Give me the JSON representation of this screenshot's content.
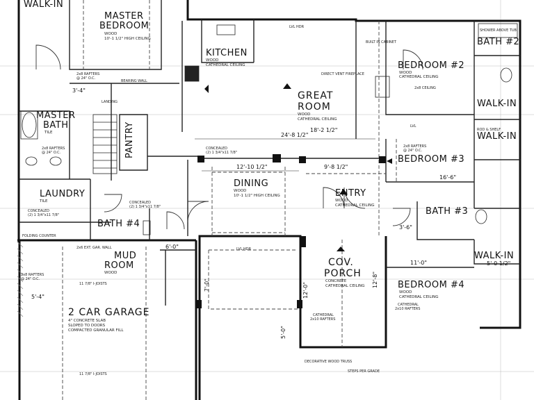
{
  "rooms": {
    "walk_in_top": "WALK-IN",
    "master_bedroom": "MASTER",
    "master_bedroom_2": "BEDROOM",
    "master_bedroom_sub1": "WOOD",
    "master_bedroom_sub2": "10'-1 1/2\" HIGH CEILING",
    "kitchen": "KITCHEN",
    "kitchen_sub1": "WOOD",
    "kitchen_sub2": "CATHEDRAL CEILING",
    "great_room": "GREAT",
    "great_room_2": "ROOM",
    "great_room_sub1": "WOOD",
    "great_room_sub2": "CATHEDRAL CEILING",
    "bedroom2": "BEDROOM #2",
    "bedroom2_sub1": "WOOD",
    "bedroom2_sub2": "CATHEDRAL CEILING",
    "bath2": "BATH #2",
    "walk_in_2": "WALK-IN",
    "walk_in_3": "WALK-IN",
    "walk_in_4": "WALK-IN",
    "master_bath": "MASTER",
    "master_bath_2": "BATH",
    "master_bath_sub": "TILE",
    "pantry": "PANTRY",
    "bedroom3": "BEDROOM #3",
    "laundry": "LAUNDRY",
    "laundry_sub": "TILE",
    "dining": "DINING",
    "dining_sub1": "WOOD",
    "dining_sub2": "10'-1 1/2\" HIGH CEILING",
    "entry": "ENTRY",
    "entry_sub1": "WOOD",
    "entry_sub2": "CATHEDRAL CEILING",
    "bath3": "BATH #3",
    "bath4": "BATH #4",
    "mud_room": "MUD",
    "mud_room_2": "ROOM",
    "mud_room_sub": "WOOD",
    "garage": "2 CAR GARAGE",
    "garage_sub1": "4\" CONCRETE SLAB",
    "garage_sub2": "SLOPED TO DOORS",
    "garage_sub3": "COMPACTED GRANULAR FILL",
    "porch": "COV.",
    "porch_2": "PORCH",
    "porch_sub1": "CONCRETE",
    "porch_sub2": "CATHEDRAL CEILING",
    "bedroom4": "BEDROOM #4",
    "bedroom4_sub1": "WOOD",
    "bedroom4_sub2": "CATHEDRAL CEILING"
  },
  "dimensions": {
    "d1": "24'-8 1/2\"",
    "d2": "18'-2 1/2\"",
    "d3": "12'-10 1/2\"",
    "d4": "9'-8 1/2\"",
    "d5": "16'-6\"",
    "d6": "11'-0\"",
    "d7": "5'-0 1/2\"",
    "d8": "6'-0\"",
    "d9": "5'-4\"",
    "d10": "12'-8\"",
    "d11": "12'-0\"",
    "d12": "5'-0\"",
    "d13": "3'-6\"",
    "d14": "7'-0\"",
    "d15": "3'-4\""
  },
  "notes": {
    "n1": "2x8 RAFTERS",
    "n2": "@ 24\" O.C.",
    "n3": "CONCEALED",
    "n4": "(2) 1 3/4\"x11 7/8\"",
    "n5": "LVL",
    "n6": "LVL HDR",
    "n7": "FOLDING COUNTER",
    "n8": "DECORATIVE WOOD TRUSS",
    "n9": "STEPS PER GRADE",
    "n10": "11 7/8\" I-JOISTS",
    "n11": "2x6 EXT. GAR. WALL",
    "n12": "DIRECT VENT FIREPLACE",
    "n13": "BUILT IN CABINET",
    "n14": "CATHEDRAL",
    "n15": "2x10 RAFTERS",
    "n16": "2x8 CEILING",
    "n17": "BEARING WALL",
    "n18": "LANDING",
    "n19": "SHOWER ABOVE TUB",
    "n20": "ROD & SHELF"
  }
}
